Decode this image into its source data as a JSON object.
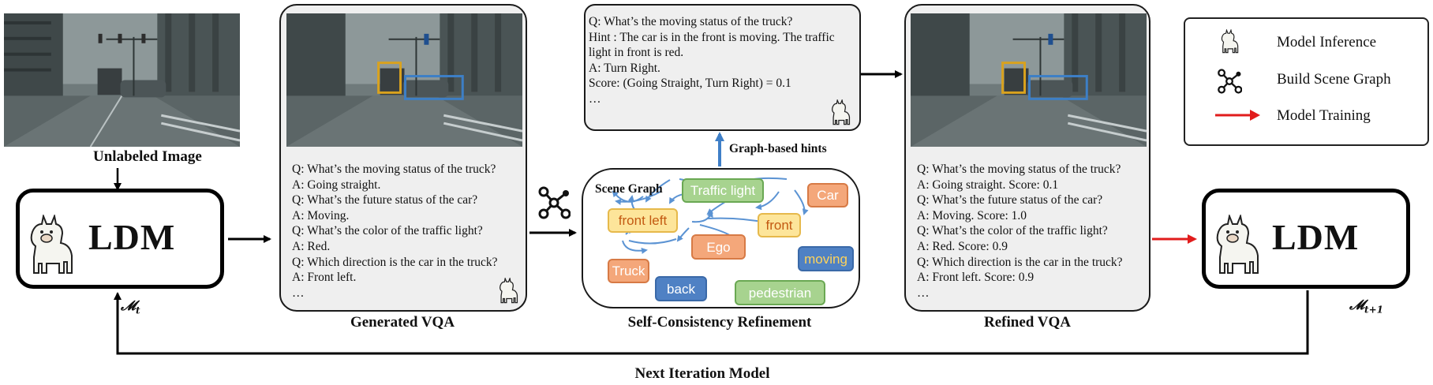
{
  "unlabeled": {
    "caption": "Unlabeled Image"
  },
  "ldm_left": {
    "label": "LDM",
    "subscript_label": "𝓜",
    "subscript_index": "t"
  },
  "generated_vqa": {
    "caption": "Generated VQA",
    "lines": [
      "Q: What’s the moving status of the truck?",
      "A: Going straight.",
      "Q: What’s the future status of the car?",
      "A: Moving.",
      "Q: What’s the color of the traffic light?",
      "A: Red.",
      "Q: Which direction is the car in the truck?",
      "A: Front left.",
      "…"
    ]
  },
  "hint_box": {
    "lines": [
      "Q: What’s the moving status of the truck?",
      "Hint : The car is in the front is moving. The traffic",
      "light in front is red.",
      "A: Turn Right.",
      "Score: (Going Straight, Turn Right) = 0.1",
      "…"
    ]
  },
  "graph_hints_label": "Graph-based hints",
  "scene_graph": {
    "title": "Scene Graph",
    "nodes": {
      "traffic_light": "Traffic light",
      "car": "Car",
      "front_left": "front left",
      "front": "front",
      "ego": "Ego",
      "moving": "moving",
      "truck": "Truck",
      "back": "back",
      "pedestrian": "pedestrian"
    }
  },
  "self_consistency": {
    "caption": "Self-Consistency Refinement"
  },
  "refined_vqa": {
    "caption": "Refined VQA",
    "lines": [
      "Q: What’s the moving status of the truck?",
      "A: Going straight. Score: 0.1",
      "Q: What’s the future status of the car?",
      "A: Moving. Score: 1.0",
      "Q: What’s the color of the traffic light?",
      "A: Red. Score: 0.9",
      "Q: Which direction is the car in the truck?",
      "A: Front left. Score: 0.9",
      "…"
    ]
  },
  "ldm_right": {
    "label": "LDM",
    "subscript_label": "𝓜",
    "subscript_index": "t+1"
  },
  "legend": {
    "items": [
      {
        "label": "Model Inference",
        "icon": "llama-icon"
      },
      {
        "label": "Build Scene Graph",
        "icon": "graph-icon"
      },
      {
        "label": "Model Training",
        "icon": "red-arrow-icon"
      }
    ]
  },
  "next_iteration": {
    "label": "Next Iteration Model"
  },
  "colors": {
    "box_yellow": "#d9a21e",
    "box_blue": "#3d7fc6",
    "arrow_blue": "#3f7fc7",
    "arrow_red": "#e11c1c",
    "node_orange": "#f4a77a",
    "node_yellow": "#fde59a",
    "node_green": "#a7d38f",
    "node_blue": "#4f81c4"
  }
}
